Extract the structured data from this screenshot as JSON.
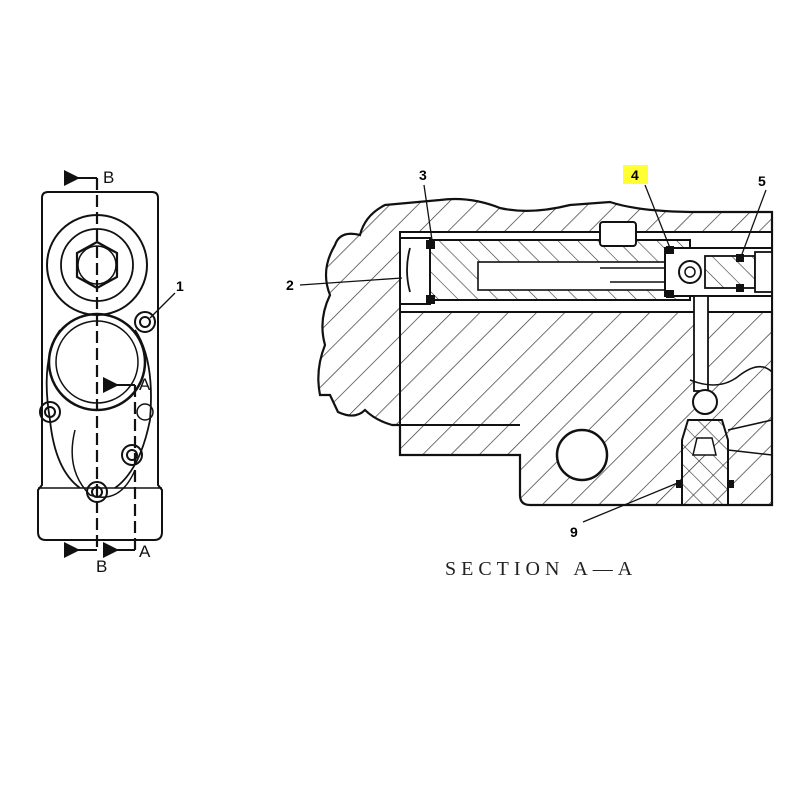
{
  "diagram": {
    "section_title": "SECTION A—A",
    "view_labels": {
      "b_top": "B",
      "b_bottom": "B",
      "a_mid": "A",
      "a_bottom": "A"
    },
    "callouts": [
      {
        "id": "1",
        "text": "1",
        "highlighted": false
      },
      {
        "id": "2",
        "text": "2",
        "highlighted": false
      },
      {
        "id": "3",
        "text": "3",
        "highlighted": false
      },
      {
        "id": "4",
        "text": "4",
        "highlighted": true
      },
      {
        "id": "5",
        "text": "5",
        "highlighted": false
      },
      {
        "id": "9",
        "text": "9",
        "highlighted": false
      }
    ],
    "colors": {
      "line": "#111111",
      "highlight": "#ffff33",
      "hatch": "#333333",
      "background": "#ffffff"
    }
  }
}
